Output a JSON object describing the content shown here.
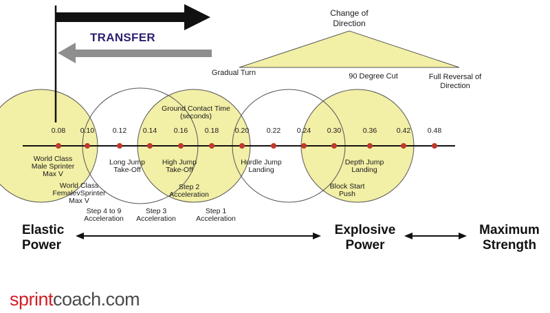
{
  "transfer_label": "TRANSFER",
  "change_of_direction": {
    "title": "Change of Direction",
    "labels": [
      "Gradual Turn",
      "90 Degree Cut",
      "Full Reversal of Direction"
    ]
  },
  "ground_contact": {
    "title": "Ground Contact Time",
    "unit": "(seconds)",
    "ticks": [
      "0.08",
      "0.10",
      "0.12",
      "0.14",
      "0.16",
      "0.18",
      "0.20",
      "0.22",
      "0.24",
      "0.30",
      "0.36",
      "0.42",
      "0.48"
    ]
  },
  "activities": {
    "world_class_male_sprinter": "World Class Male Sprinter Max V",
    "world_class_female_sprinter": "World Class FemalevSprinter Max V",
    "long_jump": "Long Jump Take-Off",
    "high_jump": "High Jump Take-Off",
    "hurdle_jump": "Hurdle Jump Landing",
    "depth_jump": "Depth Jump Landing",
    "block_start": "Block Start Push",
    "step2": "Step 2 Acceleration",
    "step1": "Step 1 Acceleration",
    "step3": "Step 3 Acceleration",
    "step4to9": "Step 4 to 9 Acceleration"
  },
  "categories": {
    "elastic": "Elastic Power",
    "explosive": "Explosive Power",
    "maximum": "Maximum Strength"
  },
  "logo": {
    "part1": "sprint",
    "part2": "coach.com"
  },
  "colors": {
    "circle_fill": "#f2efa6",
    "point": "#c0392b",
    "transfer": "#2e1f6e",
    "arrow_dark": "#111111",
    "arrow_grey": "#8e8e8e",
    "logo_red": "#d11f26"
  }
}
